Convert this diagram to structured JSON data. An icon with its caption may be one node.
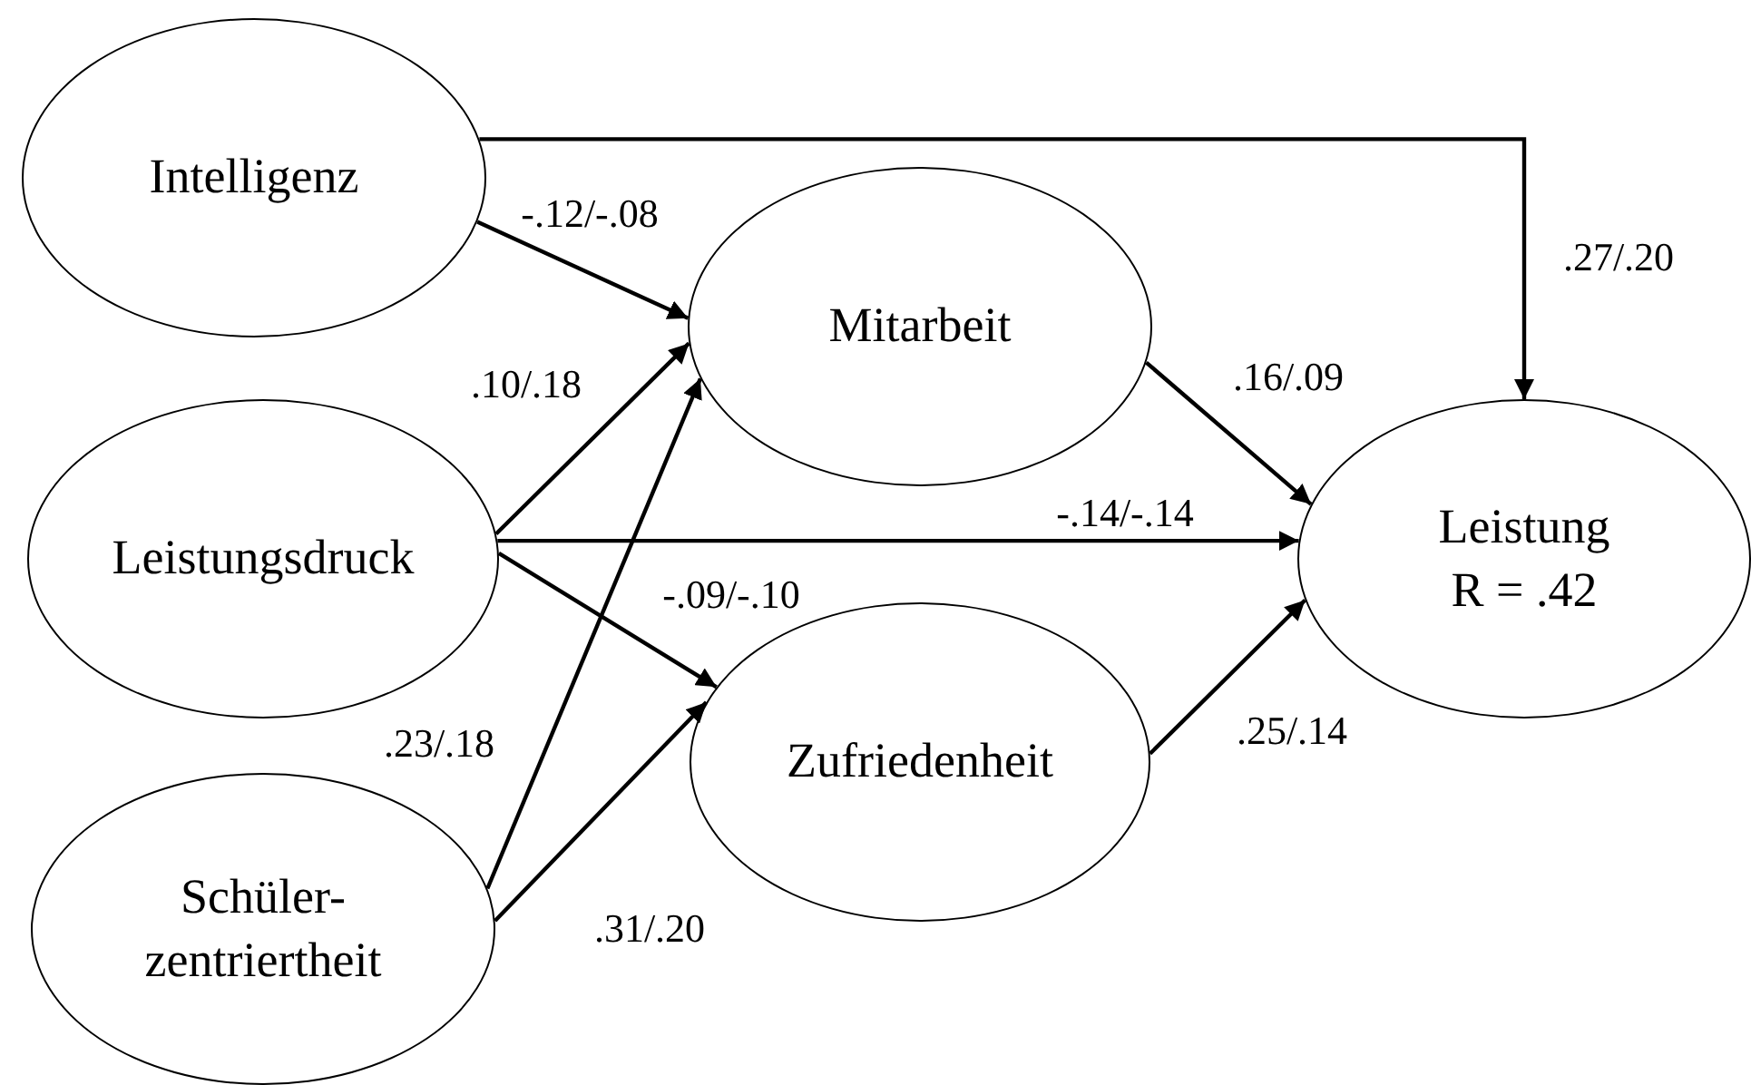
{
  "diagram": {
    "nodes": [
      {
        "text": [
          "Intelligenz"
        ]
      },
      {
        "text": [
          "Mitarbeit"
        ]
      },
      {
        "text": [
          "Leistungsdruck"
        ]
      },
      {
        "text": [
          "Leistung",
          "R = .42"
        ]
      },
      {
        "text": [
          "Zufriedenheit"
        ]
      },
      {
        "text": [
          "Schüler- zentriertheit"
        ]
      }
    ],
    "edges": [
      {
        "from": 0,
        "to": 3,
        "arrow": "to",
        "label": ".27/.20"
      },
      {
        "from": 0,
        "to": 1,
        "arrow": "to",
        "label": "-.12/-.08"
      },
      {
        "from": 2,
        "to": 1,
        "arrow": "to",
        "label": ".10/.18"
      },
      {
        "from": 5,
        "to": 1,
        "arrow": "to",
        "label": ".23/.18"
      },
      {
        "from": 1,
        "to": 3,
        "arrow": "to",
        "label": ".16/.09"
      },
      {
        "from": 2,
        "to": 3,
        "arrow": "to",
        "label": "-.14/-.14"
      },
      {
        "from": 2,
        "to": 4,
        "arrow": "to",
        "label": "-.09/-.10"
      },
      {
        "from": 5,
        "to": 4,
        "arrow": "to",
        "label": ".31/.20"
      },
      {
        "from": 4,
        "to": 3,
        "arrow": "to",
        "label": ".25/.14"
      }
    ]
  }
}
